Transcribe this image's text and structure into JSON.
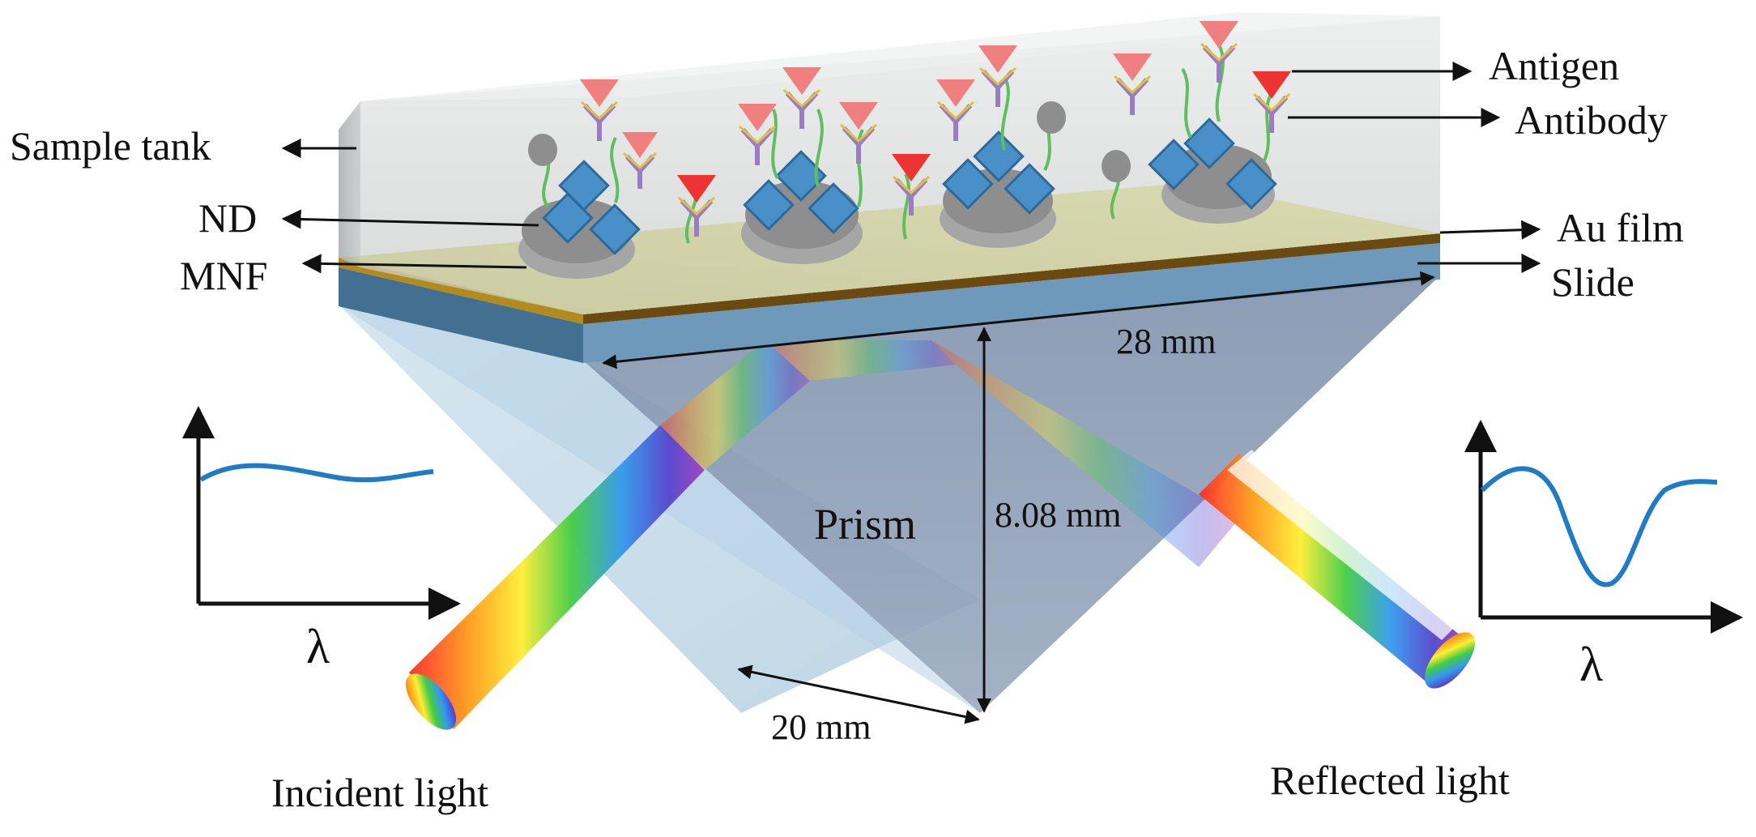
{
  "labels": {
    "sample_tank": "Sample tank",
    "nd": "ND",
    "mnf": "MNF",
    "antigen": "Antigen",
    "antibody": "Antibody",
    "au_film": "Au film",
    "slide": "Slide",
    "width_28": "28 mm",
    "height_808": "8.08 mm",
    "width_20": "20 mm",
    "prism": "Prism",
    "incident_light": "Incident light",
    "reflected_light": "Reflected light",
    "lambda_left": "λ",
    "lambda_right": "λ"
  },
  "colors": {
    "gold_film": "#d9d43a",
    "slide_blue": "#5b87a8",
    "tank_glass": "#b8bcbc",
    "prism_light": "#c5dcea",
    "prism_dark": "#8a9cb4",
    "spectrum_line": "#1f7cc4",
    "antigen": "#f08080",
    "antibody": "#9a7cc4",
    "nd_diamond": "#4a90c8",
    "mnf_cluster": "#9a9a9a",
    "linker": "#5fbf5f"
  },
  "icons": [
    "antibody-antigen-icon",
    "nanodiamond-icon",
    "magnetic-nanoflower-icon",
    "spectrum-plot-icon"
  ]
}
